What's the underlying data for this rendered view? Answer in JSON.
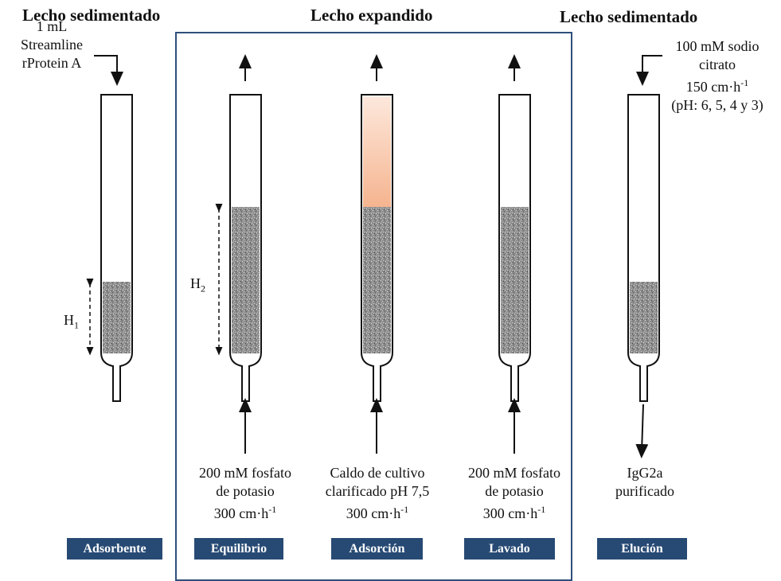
{
  "headings": {
    "left": "Lecho sedimentado",
    "center": "Lecho expandido",
    "right": "Lecho sedimentado"
  },
  "notes": {
    "adsorbent_load": [
      "1 mL",
      "Streamline",
      "rProtein A"
    ],
    "elution_buffer": [
      "100 mM sodio",
      "citrato",
      "150 cm·h",
      "(pH: 6, 5, 4 y 3)"
    ],
    "equilibrium_buffer": [
      "200 mM fosfato",
      "de potasio",
      "300 cm·h"
    ],
    "adsorption_feed": [
      "Caldo de cultivo",
      "clarificado pH 7,5",
      "300 cm·h"
    ],
    "wash_buffer": [
      "200 mM fosfato",
      "de potasio",
      "300 cm·h"
    ],
    "product": [
      "IgG2a",
      "purificado"
    ],
    "exponent": "-1"
  },
  "heights": {
    "h1": {
      "base": "H",
      "sub": "1"
    },
    "h2": {
      "base": "H",
      "sub": "2"
    }
  },
  "labels": [
    "Adsorbente",
    "Equilibrio",
    "Adsorción",
    "Lavado",
    "Elución"
  ],
  "colors": {
    "label_bg": "#274a74",
    "frame": "#2f4f7a",
    "bed_fill": "#8a8a8a",
    "broth_top": "#fde8dc",
    "broth_bottom": "#f5b48f"
  }
}
